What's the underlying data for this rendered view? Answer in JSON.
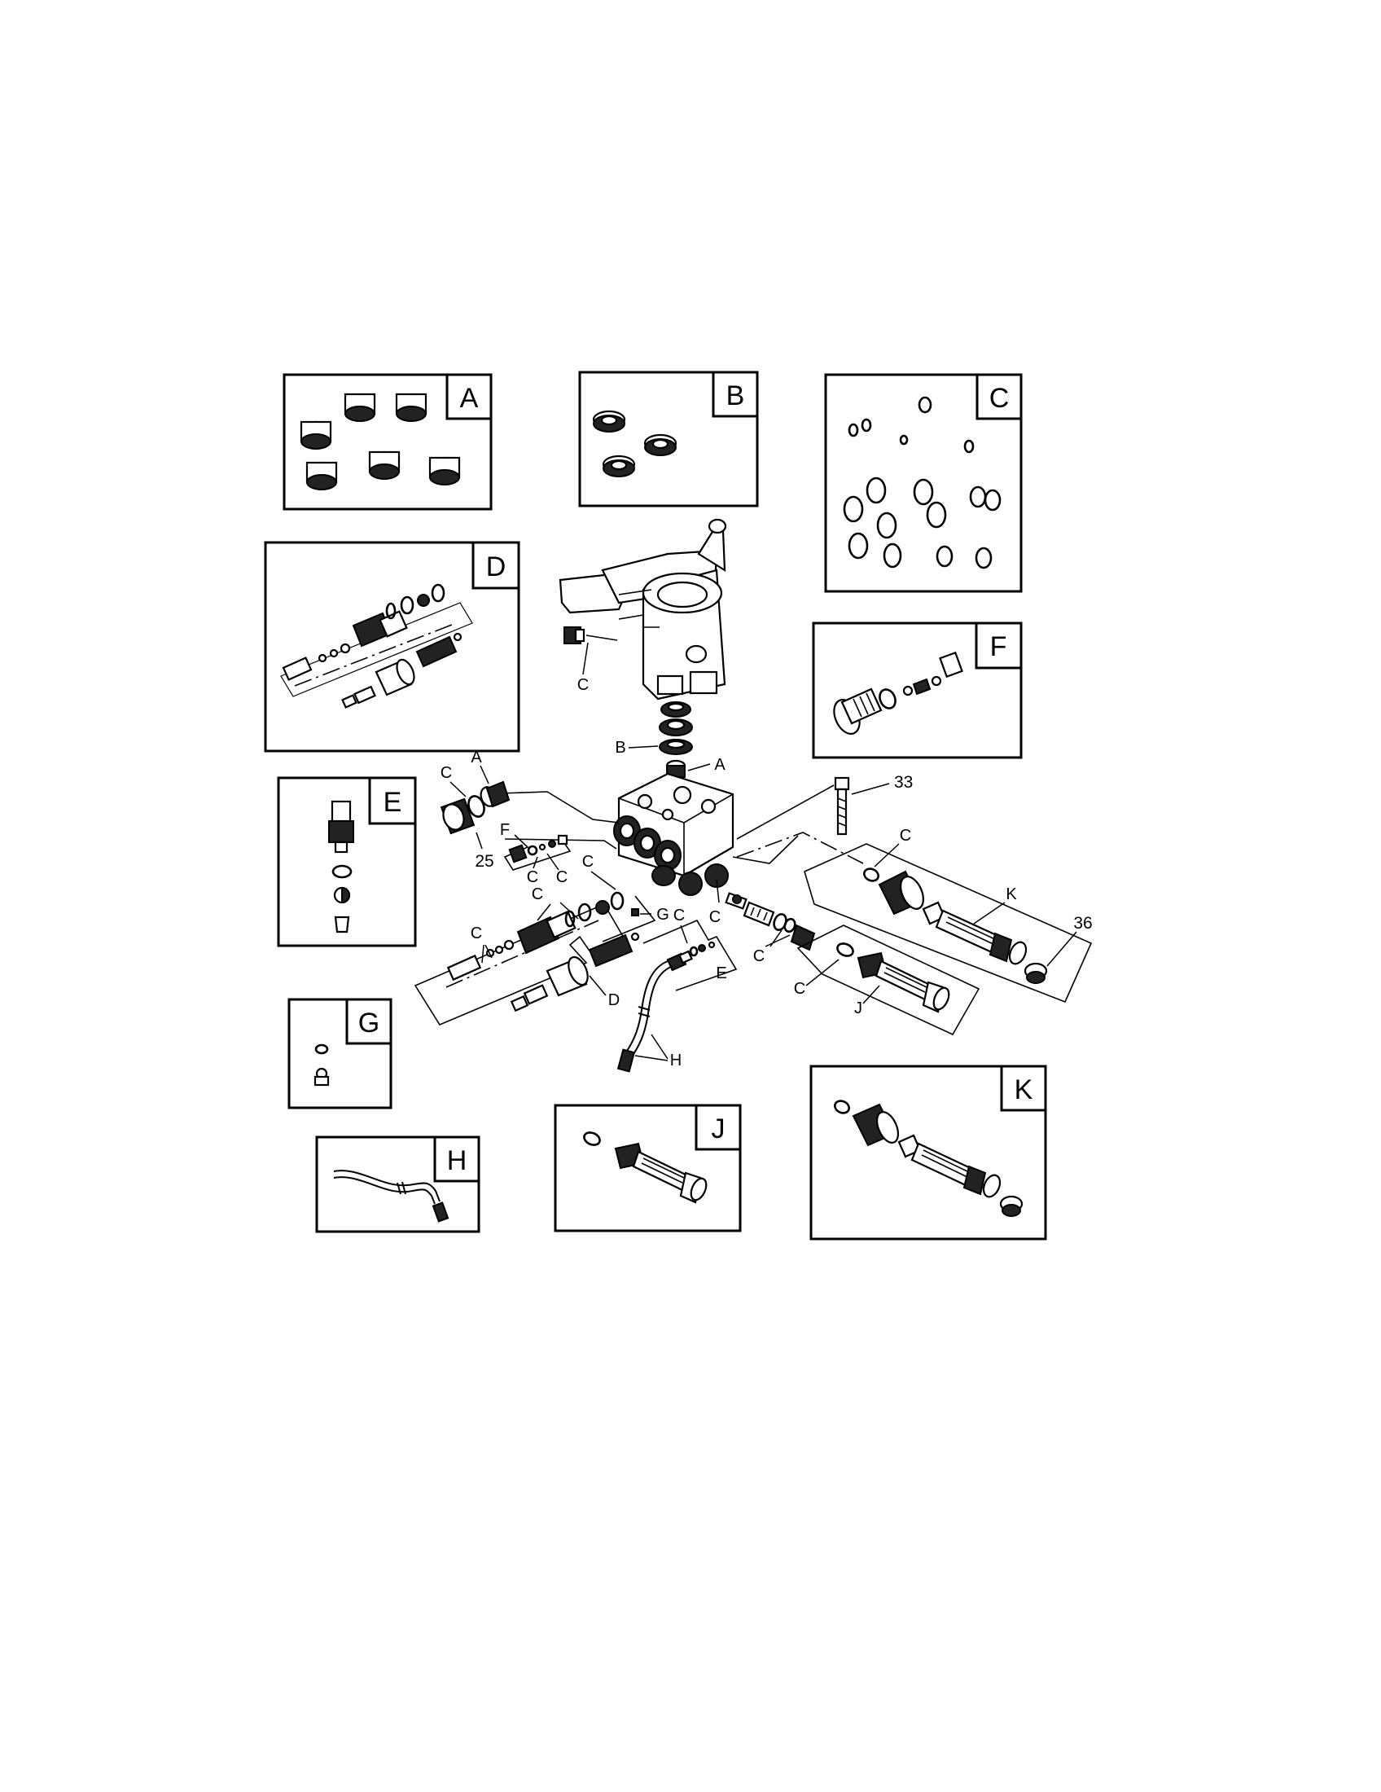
{
  "kits": {
    "A": "A",
    "B": "B",
    "C": "C",
    "D": "D",
    "E": "E",
    "F": "F",
    "G": "G",
    "H": "H",
    "J": "J",
    "K": "K"
  },
  "callouts": {
    "c_head": "C",
    "b_main": "B",
    "a_main": "A",
    "a_left": "A",
    "c_left": "C",
    "f_main": "F",
    "c_f1": "C",
    "c_f2": "C",
    "part_25": "25",
    "part_33": "33",
    "part_36": "36",
    "c_d1": "C",
    "c_d2": "C",
    "c_g": "C",
    "g_main": "G",
    "c_mid": "C",
    "c_e1": "C",
    "e_main": "E",
    "c_mid2": "C",
    "c_k": "C",
    "k_main": "K",
    "c_j": "C",
    "j_main": "J",
    "d_main": "D",
    "h_main": "H"
  }
}
